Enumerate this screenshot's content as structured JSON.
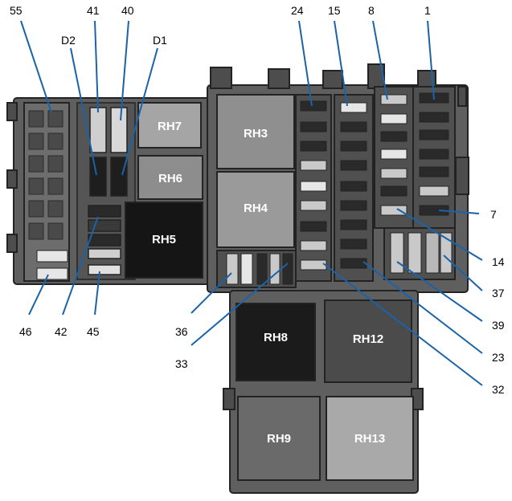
{
  "colors": {
    "housing": "#5f5f5f",
    "housing_outline": "#232323",
    "leader": "#1a63a8",
    "fuse_light": "#c9c9c9",
    "fuse_white": "#e6e6e6",
    "fuse_dark": "#2a2a2a"
  },
  "relays": [
    {
      "id": "RH7",
      "label": "RH7",
      "fill": "#a5a5a5"
    },
    {
      "id": "RH6",
      "label": "RH6",
      "fill": "#8d8d8d"
    },
    {
      "id": "RH5",
      "label": "RH5",
      "fill": "#151515"
    },
    {
      "id": "RH3",
      "label": "RH3",
      "fill": "#8f8f8f"
    },
    {
      "id": "RH4",
      "label": "RH4",
      "fill": "#9a9a9a"
    },
    {
      "id": "RH8",
      "label": "RH8",
      "fill": "#1b1b1b"
    },
    {
      "id": "RH12",
      "label": "RH12",
      "fill": "#4b4b4b"
    },
    {
      "id": "RH9",
      "label": "RH9",
      "fill": "#6a6a6a"
    },
    {
      "id": "RH13",
      "label": "RH13",
      "fill": "#a9a9a9"
    }
  ],
  "callouts": [
    {
      "id": "55",
      "text": "55"
    },
    {
      "id": "41",
      "text": "41"
    },
    {
      "id": "40",
      "text": "40"
    },
    {
      "id": "D2",
      "text": "D2"
    },
    {
      "id": "D1",
      "text": "D1"
    },
    {
      "id": "24",
      "text": "24"
    },
    {
      "id": "15",
      "text": "15"
    },
    {
      "id": "8",
      "text": "8"
    },
    {
      "id": "1",
      "text": "1"
    },
    {
      "id": "7",
      "text": "7"
    },
    {
      "id": "14",
      "text": "14"
    },
    {
      "id": "37",
      "text": "37"
    },
    {
      "id": "39",
      "text": "39"
    },
    {
      "id": "23",
      "text": "23"
    },
    {
      "id": "32",
      "text": "32"
    },
    {
      "id": "36",
      "text": "36"
    },
    {
      "id": "33",
      "text": "33"
    },
    {
      "id": "46",
      "text": "46"
    },
    {
      "id": "42",
      "text": "42"
    },
    {
      "id": "45",
      "text": "45"
    }
  ]
}
